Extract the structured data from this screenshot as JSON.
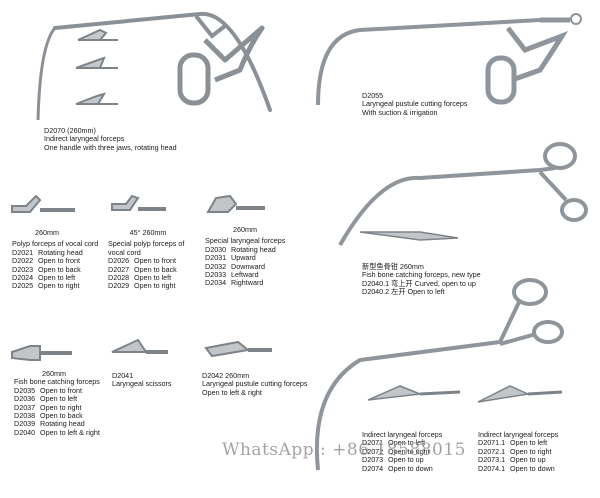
{
  "d2070": {
    "title": "D2070  (260mm)",
    "name": "Indirect laryngeal forceps",
    "desc": "One handle with three jaws, rotating head"
  },
  "d2055": {
    "title": "D2055",
    "name": "Laryngeal pustule cutting forceps",
    "desc": "With suction & irrigation"
  },
  "polyp": {
    "size": "260mm",
    "title": "Polyp forceps of vocal cord",
    "rows": [
      {
        "code": "D2021",
        "label": "Rotating head"
      },
      {
        "code": "D2022",
        "label": "Open to front"
      },
      {
        "code": "D2023",
        "label": "Open to back"
      },
      {
        "code": "D2024",
        "label": "Open to left"
      },
      {
        "code": "D2025",
        "label": "Open to right"
      }
    ]
  },
  "special_polyp": {
    "size": "45° 260mm",
    "title": "Special polyp forceps of",
    "title2": "vocal cord",
    "rows": [
      {
        "code": "D2026",
        "label": "Open to front"
      },
      {
        "code": "D2027",
        "label": "Open to back"
      },
      {
        "code": "D2028",
        "label": "Open to left"
      },
      {
        "code": "D2029",
        "label": "Open to right"
      }
    ]
  },
  "special_laryngeal": {
    "size": "260mm",
    "title": "Special laryngeal forceps",
    "rows": [
      {
        "code": "D2030",
        "label": "Rotating head"
      },
      {
        "code": "D2031",
        "label": "Upward"
      },
      {
        "code": "D2032",
        "label": "Downward"
      },
      {
        "code": "D2033",
        "label": "Leftward"
      },
      {
        "code": "D2034",
        "label": "Rightward"
      }
    ]
  },
  "d2040": {
    "line1": "新型鱼骨钳 260mm",
    "line2": "Fish bone catching forceps, new type",
    "line3": "D2040.1 弯上开 Curved, open to up",
    "line4": "D2040.2 左开 Open to left"
  },
  "fishbone": {
    "size": "260mm",
    "title": "Fish bone catching forceps",
    "rows": [
      {
        "code": "D2035",
        "label": "Open to front"
      },
      {
        "code": "D2036",
        "label": "Open to left"
      },
      {
        "code": "D2037",
        "label": "Open to right"
      },
      {
        "code": "D2038",
        "label": "Open to back"
      },
      {
        "code": "D2039",
        "label": "Rotating head"
      },
      {
        "code": "D2040",
        "label": "Open to left & right"
      }
    ]
  },
  "d2041": {
    "code": "D2041",
    "name": "Laryngeal scissors"
  },
  "d2042": {
    "title": "D2042  260mm",
    "name": "Laryngeal pustule cutting forceps",
    "desc": "Open to left & right"
  },
  "indirect_a": {
    "title": "Indirect laryngeal forceps",
    "rows": [
      {
        "code": "D2071",
        "label": "Open to left"
      },
      {
        "code": "D2072",
        "label": "Open to right"
      },
      {
        "code": "D2073",
        "label": "Open to up"
      },
      {
        "code": "D2074",
        "label": "Open to down"
      }
    ]
  },
  "indirect_b": {
    "title": "Indirect laryngeal forceps",
    "rows": [
      {
        "code": "D2071.1",
        "label": "Open to left"
      },
      {
        "code": "D2072.1",
        "label": "Open to right"
      },
      {
        "code": "D2073.1",
        "label": "Open to up"
      },
      {
        "code": "D2074.1",
        "label": "Open to down"
      }
    ]
  },
  "watermark": "WhatsApp : +86 18588015",
  "colors": {
    "steel": "#9ea4aa",
    "steel_dark": "#6f767c",
    "steel_light": "#d6dadd"
  }
}
